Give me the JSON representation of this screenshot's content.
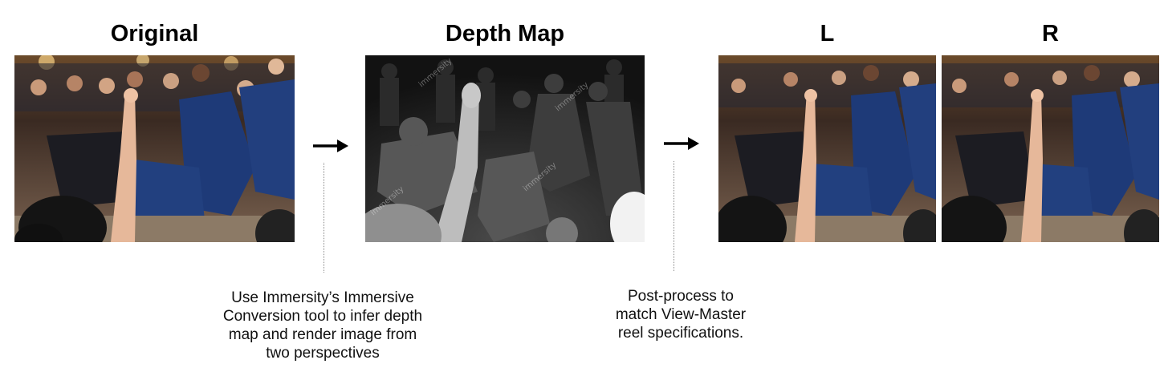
{
  "titles": {
    "original": "Original",
    "depth_map": "Depth Map",
    "left": "L",
    "right": "R"
  },
  "captions": {
    "conversion": [
      "Use Immersity’s Immersive",
      "Conversion tool to infer depth",
      "map and render image from",
      "two perspectives"
    ],
    "postprocess": [
      "Post-process to",
      "match View-Master",
      "reel specifications."
    ]
  },
  "depth_watermark": "immersity",
  "icons": [
    "right-arrow-icon",
    "right-arrow-icon"
  ],
  "colors": {
    "arrow": "#000000",
    "dotted_line": "#8a8a8a",
    "depth_background": "#0f0f0f"
  }
}
